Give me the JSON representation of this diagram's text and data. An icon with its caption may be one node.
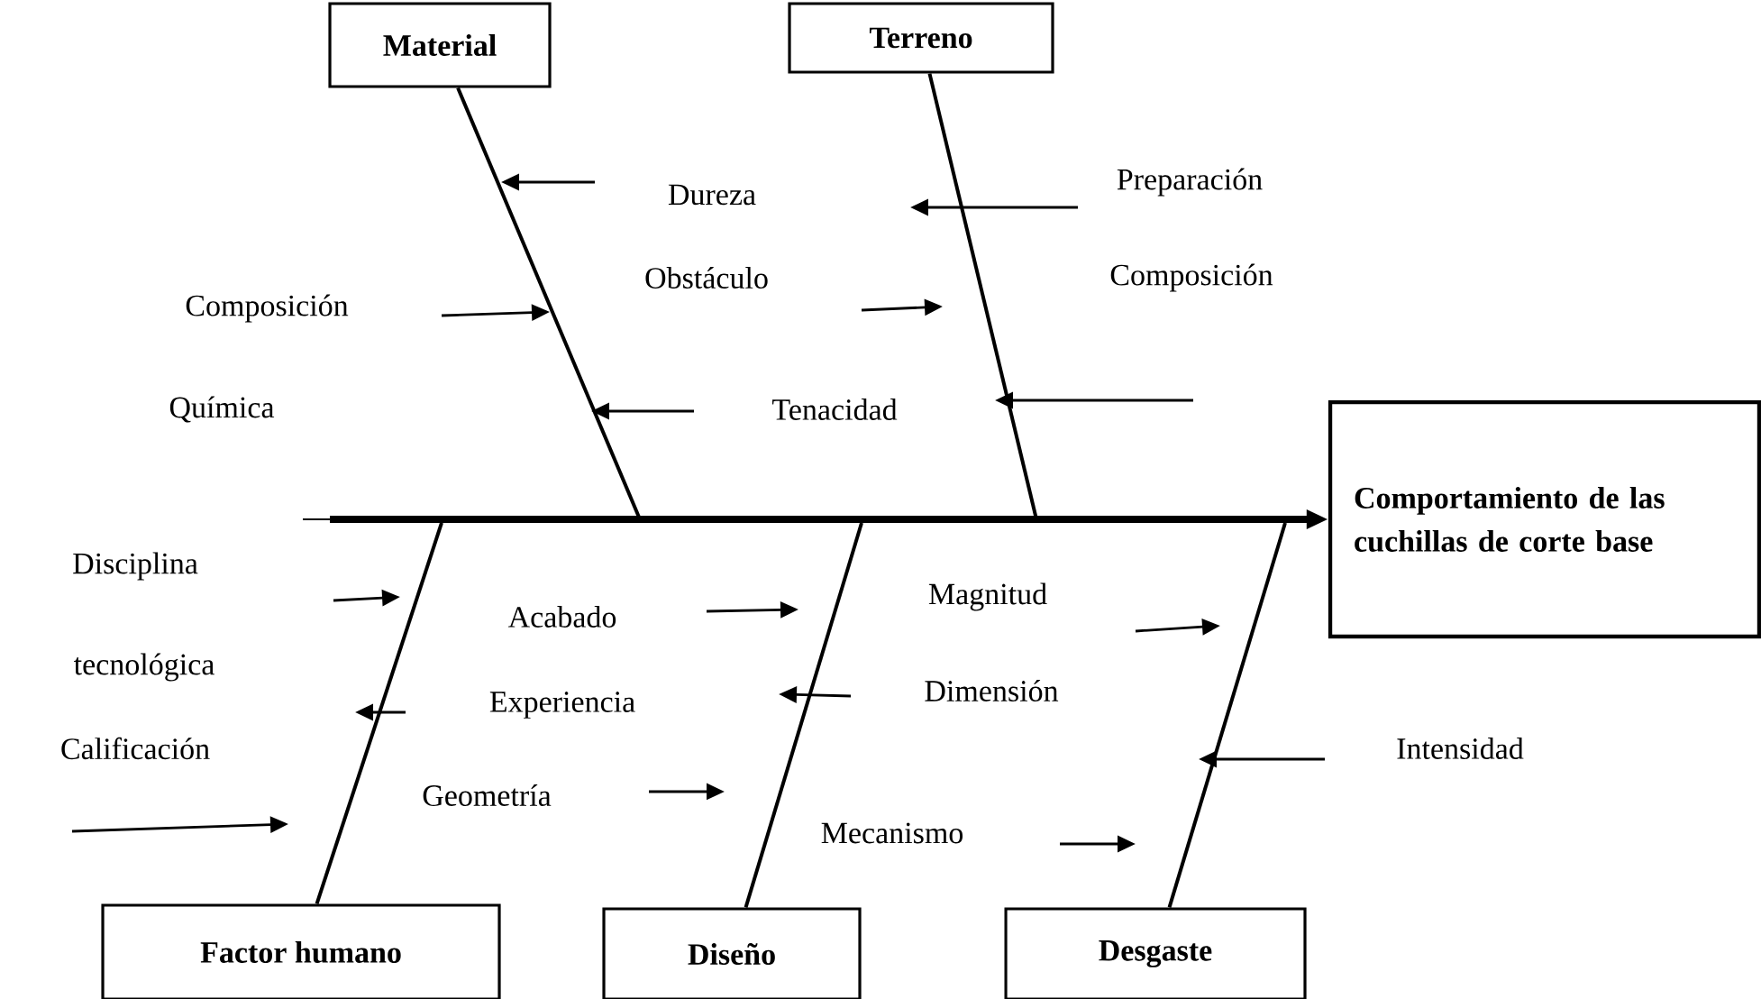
{
  "diagram": {
    "nodes": [
      {
        "text": [
          "Material"
        ]
      },
      {
        "text": [
          "Terreno"
        ]
      },
      {
        "text": [
          "Factor humano"
        ]
      },
      {
        "text": [
          "Diseño"
        ]
      },
      {
        "text": [
          "Desgaste"
        ]
      },
      {
        "text": [
          "Comportamiento de las cuchillas de corte base"
        ]
      }
    ],
    "edges": [
      {
        "from": 0,
        "to": null,
        "arrow": "none"
      },
      {
        "from": 1,
        "to": null,
        "arrow": "none"
      },
      {
        "from": 2,
        "to": null,
        "arrow": "none"
      },
      {
        "from": 3,
        "to": null,
        "arrow": "none"
      },
      {
        "from": 4,
        "to": null,
        "arrow": "none"
      },
      {
        "from": null,
        "to": 5,
        "arrow": "to",
        "style": "thick"
      }
    ],
    "labels": [
      "Dureza",
      "Composición",
      "Obstáculo",
      "Preparación",
      "Composición",
      "Química",
      "Tenacidad",
      "Disciplina",
      "Acabado",
      "Magnitud",
      "tecnológica",
      "Experiencia",
      "Dimensión",
      "Calificación",
      "Intensidad",
      "Geometría",
      "Mecanismo"
    ]
  }
}
